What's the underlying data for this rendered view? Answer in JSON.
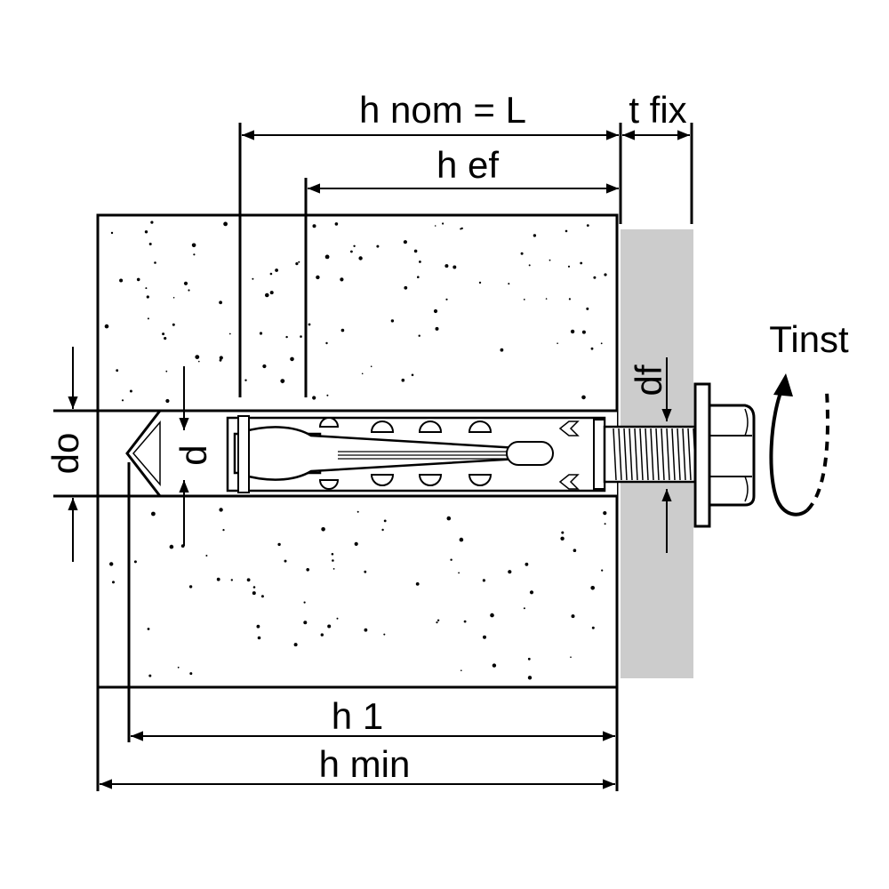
{
  "labels": {
    "h_nom": "h nom = L",
    "t_fix": "t fix",
    "h_ef": "h ef",
    "tinst": "Tinst",
    "do": "do",
    "d": "d",
    "df": "df",
    "h1": "h 1",
    "h_min": "h min"
  },
  "colors": {
    "line": "#000000",
    "concrete": "#ffffff",
    "fixture": "#cccccc"
  }
}
